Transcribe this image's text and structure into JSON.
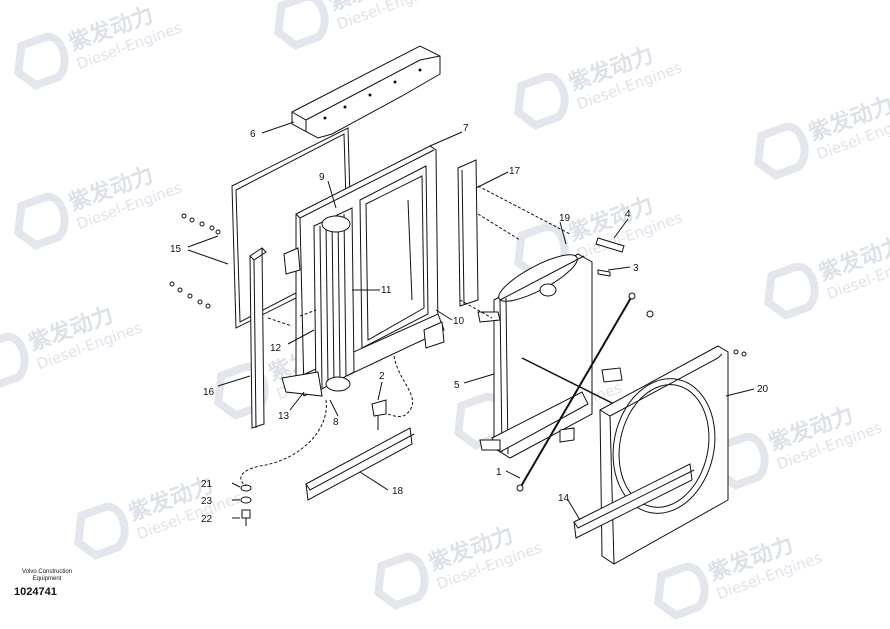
{
  "watermark": {
    "brand": "紫发动力",
    "sub": "Diesel-Engines"
  },
  "footer": {
    "brand_line1": "Volvo Construction",
    "brand_line2": "Equipment",
    "part_code": "1024741"
  },
  "callouts": [
    "1",
    "2",
    "3",
    "4",
    "5",
    "6",
    "7",
    "8",
    "9",
    "10",
    "11",
    "12",
    "13",
    "14",
    "15",
    "16",
    "17",
    "18",
    "19",
    "20",
    "21",
    "22",
    "23"
  ]
}
